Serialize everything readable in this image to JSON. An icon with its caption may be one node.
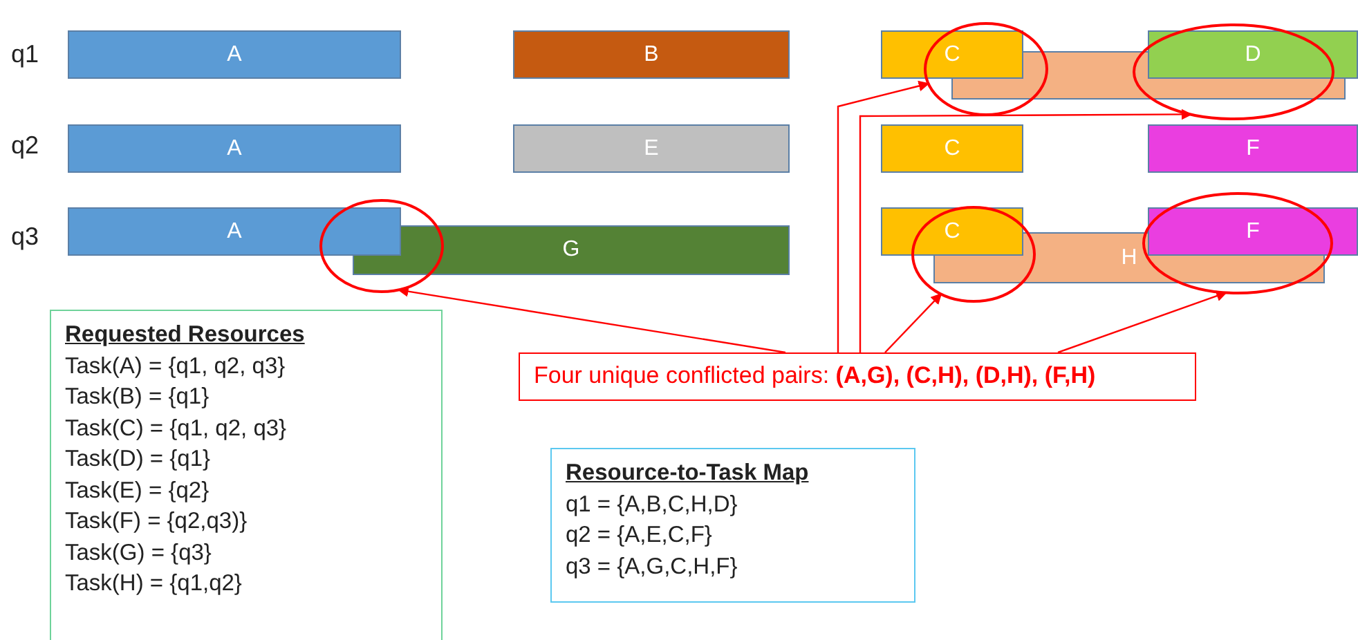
{
  "diagram": {
    "nodes": [
      {
        "text": [
          "A"
        ]
      },
      {
        "text": [
          "B"
        ]
      },
      {
        "text": [],
        "shape": "bar"
      },
      {
        "text": [
          "C"
        ]
      },
      {
        "text": [
          "D"
        ]
      },
      {
        "text": [],
        "shape": "ellipse"
      },
      {
        "text": [],
        "shape": "ellipse"
      },
      {
        "text": [
          "A"
        ]
      },
      {
        "text": [
          "E"
        ]
      },
      {
        "text": [
          "C"
        ]
      },
      {
        "text": [
          "F"
        ]
      },
      {
        "text": [
          "A"
        ]
      },
      {
        "text": [
          "G"
        ]
      },
      {
        "text": [
          "C"
        ]
      },
      {
        "text": [
          "H"
        ]
      },
      {
        "text": [
          "F"
        ]
      },
      {
        "text": [],
        "shape": "ellipse"
      },
      {
        "text": [],
        "shape": "ellipse"
      },
      {
        "text": [],
        "shape": "ellipse"
      },
      {
        "text": [
          "Four unique conflicted pairs: **(A,G), (C,H), (D,H), (F,H)**"
        ]
      },
      {
        "text": [
          "Requested Resources",
          "Task(A) = {q1, q2, q3}",
          "Task(B) = {q1}",
          "Task(C) = {q1, q2, q3}",
          "Task(D) = {q1}",
          "Task(E) = {q2}",
          "Task(F) = {q2,q3)}",
          "Task(G) = {q3}",
          "Task(H) = {q1,q2}"
        ]
      },
      {
        "text": [
          "Resource-to-Task Map",
          "q1 = {A,B,C,H,D}",
          "q2 = {A,E,C,F}",
          "q3 = {A,G,C,H,F}"
        ]
      }
    ],
    "edges": [
      {
        "from": 19,
        "to": 16,
        "arrow": "to"
      },
      {
        "from": 19,
        "to": 5,
        "arrow": "to"
      },
      {
        "from": 19,
        "to": 17,
        "arrow": "to"
      },
      {
        "from": 19,
        "to": 6,
        "arrow": "to"
      },
      {
        "from": 19,
        "to": 18,
        "arrow": "to"
      }
    ],
    "labels": [
      "q1",
      "q2",
      "q3"
    ]
  }
}
